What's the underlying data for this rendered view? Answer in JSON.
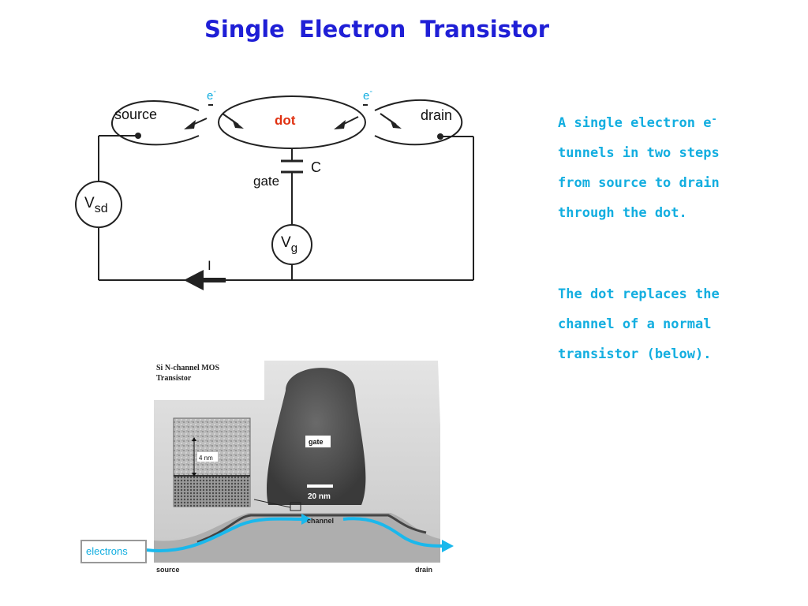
{
  "slide": {
    "title": "Single  Electron  Transistor",
    "paragraph1": {
      "text_before": "A  single electron e",
      "superscript": "-",
      "text_after": " tunnels in two steps from source to drain through the dot."
    },
    "paragraph2": "The dot replaces the channel of a normal transistor (below)."
  },
  "circuit": {
    "electron_left": "e",
    "electron_right": "e",
    "electron_superscript": "-",
    "source": "source",
    "dot": "dot",
    "drain": "drain",
    "gate": "gate",
    "capacitor": "C",
    "vsd_main": "V",
    "vsd_sub": "sd",
    "vg_main": "V",
    "vg_sub": "g",
    "current": "I"
  },
  "micrograph": {
    "caption_line1": "Si N-channel MOS",
    "caption_line2": "Transistor",
    "inset_scale": "4 nm",
    "gate": "gate",
    "scale": "20 nm",
    "channel": "channel",
    "source": "source",
    "drain": "drain",
    "electrons_box": "electrons"
  },
  "colors": {
    "title": "#1f1fd6",
    "side_text": "#13aee0",
    "dot_label": "#e03010",
    "electron_label": "#13aee0",
    "flow_arrow": "#1ab8ec"
  }
}
